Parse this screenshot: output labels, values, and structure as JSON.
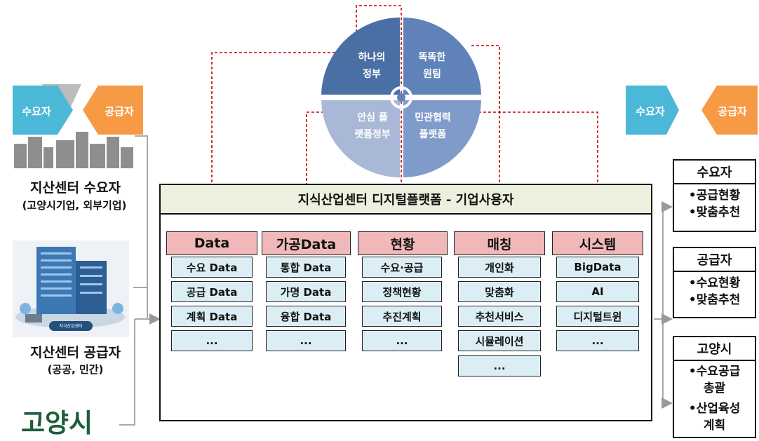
{
  "left": {
    "demand_arrow": "수요자",
    "supply_arrow": "공급자",
    "demand_label": "지산센터 수요자",
    "demand_sub": "(고양시기업, 외부기업)",
    "supply_label": "지산센터 공급자",
    "supply_sub": "(공공, 민간)",
    "building_sign": "지식산업센터",
    "city_logo": "고양시"
  },
  "circle": {
    "q1_line1": "하나의",
    "q1_line2": "정부",
    "q2_line1": "똑똑한",
    "q2_line2": "원팀",
    "q3_line1": "안심 플",
    "q3_line2": "랫폼정부",
    "q4_line1": "민관협력",
    "q4_line2": "플랫폼",
    "colors": {
      "dark": "#4a6fa5",
      "mid": "#6c8cc0",
      "light": "#a9b8d6"
    }
  },
  "platform": {
    "title": "지식산업센터 디지털플랫폼 - 기업사용자",
    "columns": [
      {
        "header": "Data",
        "items": [
          "수요 Data",
          "공급 Data",
          "계획 Data",
          "..."
        ]
      },
      {
        "header": "가공Data",
        "items": [
          "통합 Data",
          "가명 Data",
          "융합 Data",
          "..."
        ]
      },
      {
        "header": "현황",
        "items": [
          "수요·공급",
          "정책현황",
          "추진계획",
          "..."
        ]
      },
      {
        "header": "매칭",
        "items": [
          "개인화",
          "맞춤화",
          "추천서비스",
          "시뮬레이션",
          "..."
        ]
      },
      {
        "header": "시스템",
        "items": [
          "BigData",
          "AI",
          "디지털트윈",
          "..."
        ]
      }
    ]
  },
  "right": {
    "demand_arrow": "수요자",
    "supply_arrow": "공급자",
    "boxes": [
      {
        "title": "수요자",
        "items": [
          "•공급현황",
          "•맞춤추천"
        ]
      },
      {
        "title": "공급자",
        "items": [
          "•수요현황",
          "•맞춤추천"
        ]
      },
      {
        "title": "고양시",
        "items": [
          "•수요공급",
          "총괄",
          "•산업육성",
          "계획"
        ]
      }
    ]
  }
}
